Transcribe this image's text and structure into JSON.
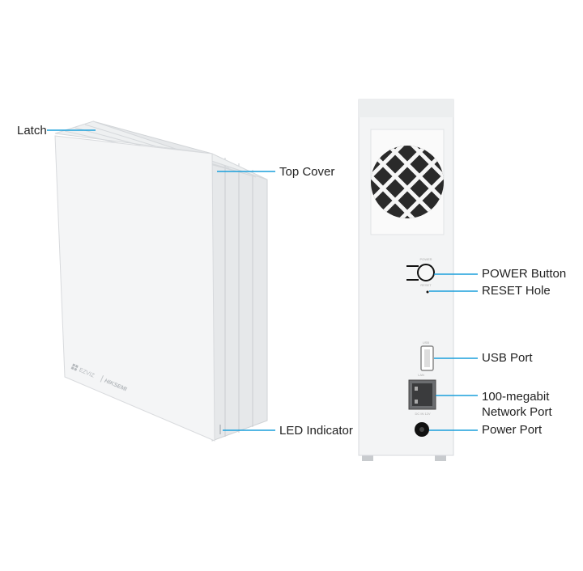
{
  "colors": {
    "callout": "#1a9fdb",
    "device": "#f2f3f4",
    "text": "#222222"
  },
  "left_device": {
    "labels": {
      "latch": "Latch",
      "top_cover": "Top Cover",
      "led": "LED Indicator"
    },
    "logo": {
      "brand1": "EZVIZ",
      "brand2": "HIKSEMI"
    }
  },
  "right_device": {
    "labels": {
      "power_button": "POWER Button",
      "reset_hole": "RESET Hole",
      "usb_port": "USB Port",
      "network_port_line1": "100-megabit",
      "network_port_line2": "Network Port",
      "power_port": "Power Port"
    },
    "printed": {
      "power": "POWER",
      "reset": "RESET",
      "usb": "USB",
      "lan": "LAN",
      "dc": "DC IN 12V"
    }
  }
}
